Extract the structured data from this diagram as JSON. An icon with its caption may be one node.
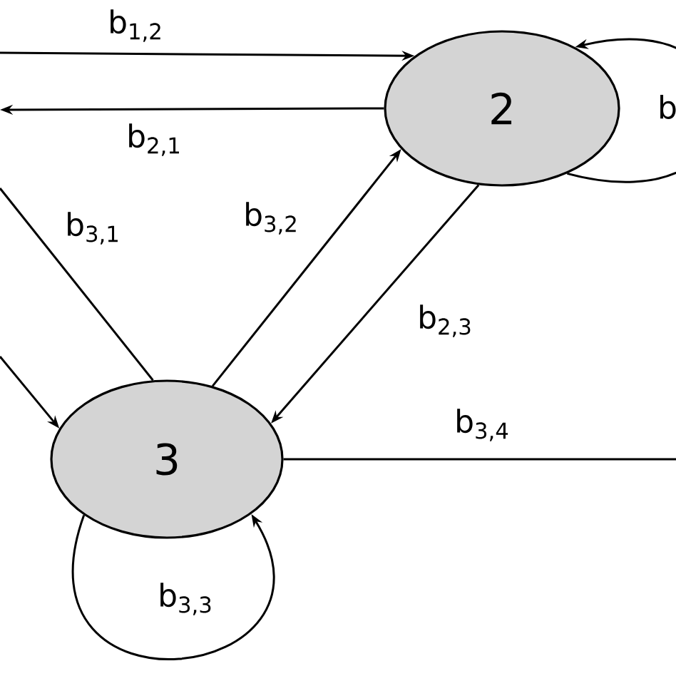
{
  "diagram": {
    "nodes": [
      {
        "text": [
          "2"
        ]
      },
      {
        "text": [
          "3"
        ]
      }
    ],
    "edges": [
      {
        "from": null,
        "to": 0,
        "arrow": "to",
        "label": "b$_{1,2}$"
      },
      {
        "from": 0,
        "to": null,
        "arrow": "to",
        "label": "b$_{2,1}$"
      },
      {
        "from": 1,
        "to": null,
        "arrow": "none",
        "label": "b$_{3,1}$"
      },
      {
        "from": 1,
        "to": 0,
        "arrow": "to",
        "label": "b$_{3,2}$"
      },
      {
        "from": 0,
        "to": 1,
        "arrow": "to",
        "label": "b$_{2,3}$"
      },
      {
        "from": null,
        "to": 1,
        "arrow": "to"
      },
      {
        "from": 1,
        "to": null,
        "arrow": "none",
        "label": "b$_{3,4}$"
      },
      {
        "from": 0,
        "to": 0,
        "arrow": "to",
        "label": "b"
      },
      {
        "from": 1,
        "to": 1,
        "arrow": "to",
        "label": "b$_{3,3}$"
      }
    ]
  }
}
